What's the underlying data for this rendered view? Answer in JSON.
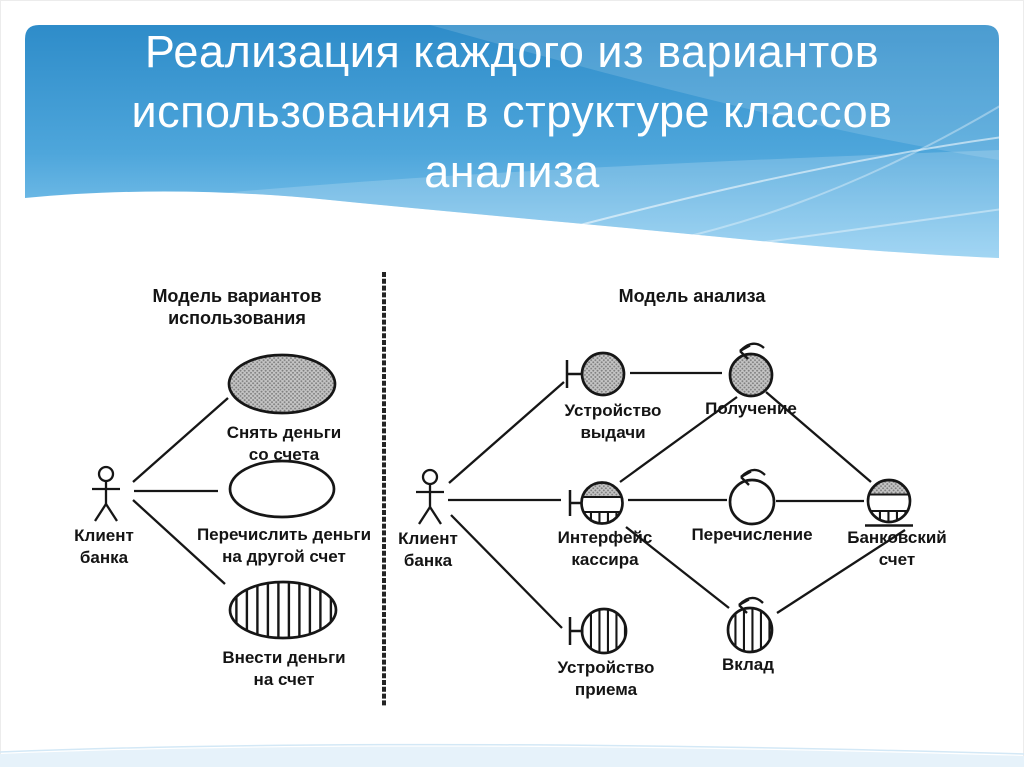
{
  "slide": {
    "title_lines": [
      "Реализация каждого из вариантов",
      "использования в структуре классов",
      "анализа"
    ],
    "colors": {
      "banner_top": "#2e8cc9",
      "banner_mid": "#4ea6db",
      "banner_bottom": "#8ecdf1",
      "title_text": "#ffffff",
      "diagram_ink": "#161616",
      "halftone_gray": "#c6c6c6",
      "bottom_band": "#e6f2fa"
    }
  },
  "usecase_model": {
    "header_lines": [
      "Модель вариантов",
      "использования"
    ],
    "actor": {
      "name": "Клиент банка",
      "label_lines": [
        "Клиент",
        "банка"
      ]
    },
    "use_cases": [
      {
        "name": "Снять деньги со счета",
        "label_lines": [
          "Снять деньги",
          "со счета"
        ],
        "fill": "halftone"
      },
      {
        "name": "Перечислить деньги на другой счет",
        "label_lines": [
          "Перечислить деньги",
          "на другой счет"
        ],
        "fill": "plain"
      },
      {
        "name": "Внести деньги на счет",
        "label_lines": [
          "Внести деньги",
          "на счет"
        ],
        "fill": "striped"
      }
    ]
  },
  "analysis_model": {
    "header_lines": [
      "Модель анализа"
    ],
    "actor": {
      "name": "Клиент банка",
      "label_lines": [
        "Клиент",
        "банка"
      ]
    },
    "classes": [
      {
        "name": "Устройство выдачи",
        "label_lines": [
          "Устройство",
          "выдачи"
        ],
        "stereotype": "boundary",
        "fill": "halftone"
      },
      {
        "name": "Получение",
        "label_lines": [
          "Получение"
        ],
        "stereotype": "control",
        "fill": "halftone"
      },
      {
        "name": "Интерфейс кассира",
        "label_lines": [
          "Интерфейс",
          "кассира"
        ],
        "stereotype": "boundary",
        "fill": "mixed"
      },
      {
        "name": "Перечисление",
        "label_lines": [
          "Перечисление"
        ],
        "stereotype": "control",
        "fill": "plain"
      },
      {
        "name": "Банковский счет",
        "label_lines": [
          "Банковский",
          "счет"
        ],
        "stereotype": "entity",
        "fill": "mixed"
      },
      {
        "name": "Устройство приема",
        "label_lines": [
          "Устройство",
          "приема"
        ],
        "stereotype": "boundary",
        "fill": "striped"
      },
      {
        "name": "Вклад",
        "label_lines": [
          "Вклад"
        ],
        "stereotype": "control",
        "fill": "striped"
      }
    ]
  }
}
